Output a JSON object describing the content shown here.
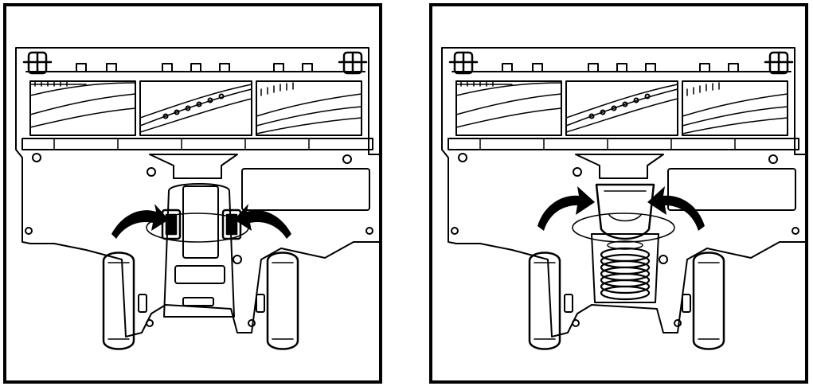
{
  "colors": {
    "line": "#000000",
    "background": "#ffffff",
    "arrow": "#000000"
  },
  "panels": [
    {
      "id": "left",
      "state": "latches-pressed",
      "arrows": "inward-curved",
      "icons": [
        "latch-button-icon",
        "curved-arrow-icon"
      ]
    },
    {
      "id": "right",
      "state": "cover-opened",
      "arrows": "outward-curved",
      "icons": [
        "hose-coil-icon",
        "curved-arrow-icon"
      ]
    }
  ]
}
